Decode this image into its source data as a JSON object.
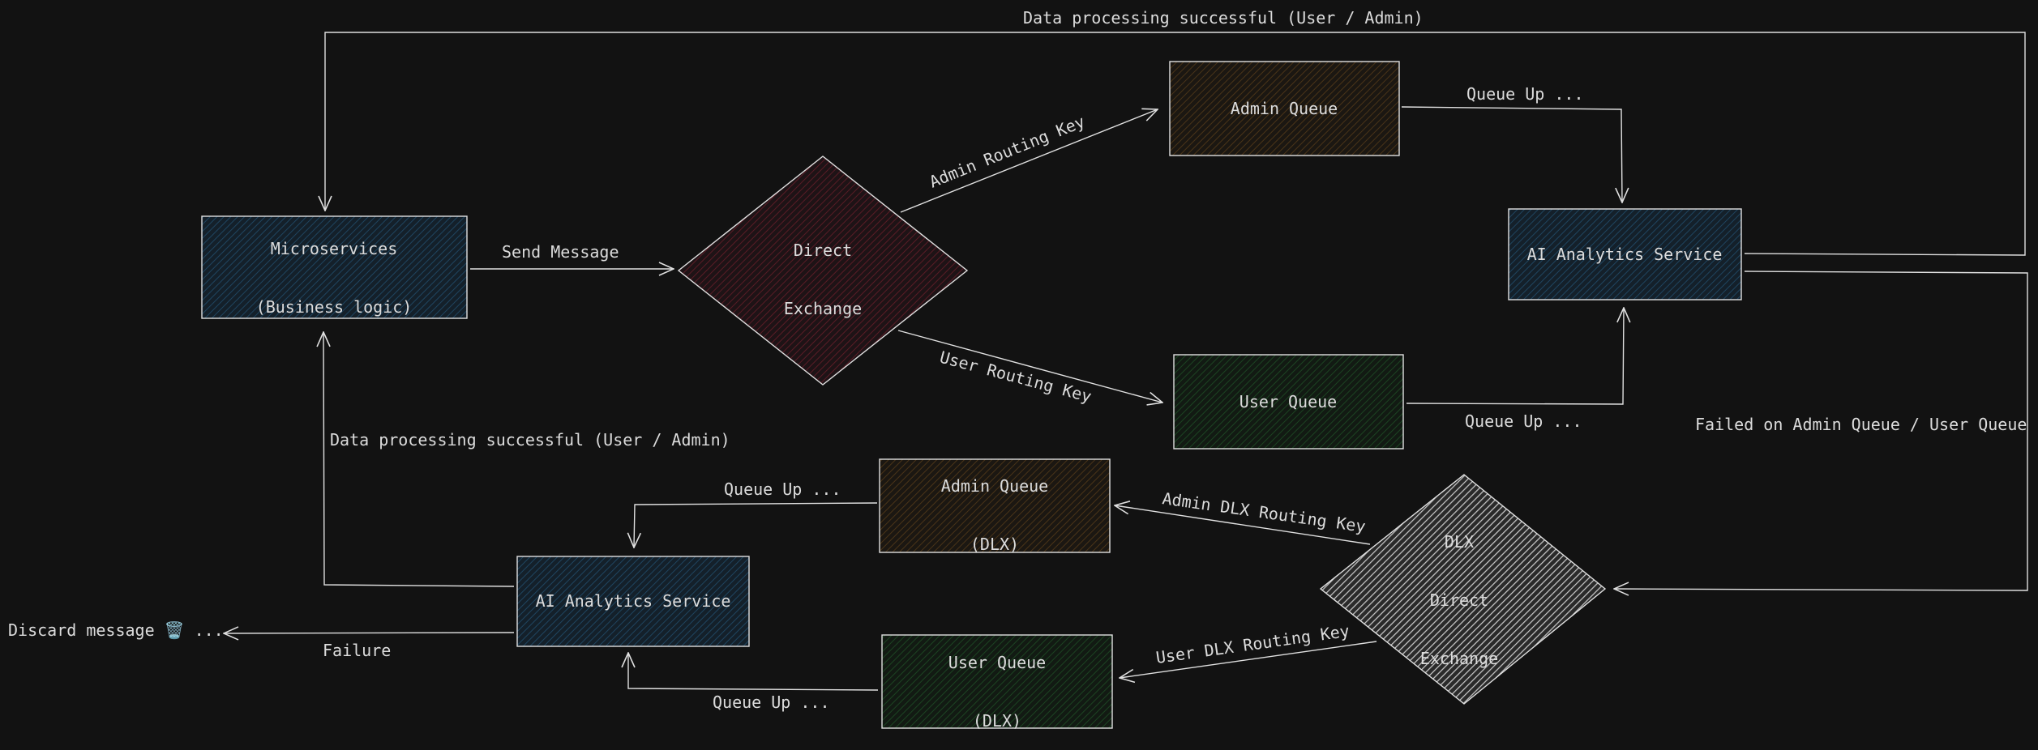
{
  "colors": {
    "background": "#121212",
    "stroke": "#e0e0e0",
    "blue_fill": "#1b3a52",
    "red_fill": "#4a1a22",
    "brown_fill": "#4a3418",
    "green_fill": "#183a1e",
    "white_fill": "#9a9a9a"
  },
  "nodes": {
    "microservices": {
      "line1": "Microservices",
      "line2": "(Business logic)"
    },
    "direct_exchange": {
      "line1": "Direct",
      "line2": "Exchange"
    },
    "admin_queue": {
      "label": "Admin Queue"
    },
    "user_queue": {
      "label": "User Queue"
    },
    "ai_service_top": {
      "label": "AI Analytics Service"
    },
    "dlx_exchange": {
      "line1": "DLX",
      "line2": "Direct",
      "line3": "Exchange"
    },
    "admin_queue_dlx": {
      "line1": "Admin Queue",
      "line2": "(DLX)"
    },
    "user_queue_dlx": {
      "line1": "User Queue",
      "line2": "(DLX)"
    },
    "ai_service_bottom": {
      "label": "AI Analytics Service"
    },
    "discard": {
      "label": "Discard message 🗑️ ..."
    }
  },
  "edges": {
    "top_success": "Data processing successful (User / Admin)",
    "send_message": "Send Message",
    "admin_routing": "Admin Routing Key",
    "user_routing": "User Routing Key",
    "queue_up_admin": "Queue Up ...",
    "queue_up_user": "Queue Up ...",
    "failed": "Failed on Admin Queue / User Queue",
    "admin_dlx_routing": "Admin DLX Routing Key",
    "user_dlx_routing": "User DLX Routing Key",
    "queue_up_admin_dlx": "Queue Up ...",
    "queue_up_user_dlx": "Queue Up ...",
    "bottom_success": "Data processing successful (User / Admin)",
    "failure": "Failure"
  }
}
